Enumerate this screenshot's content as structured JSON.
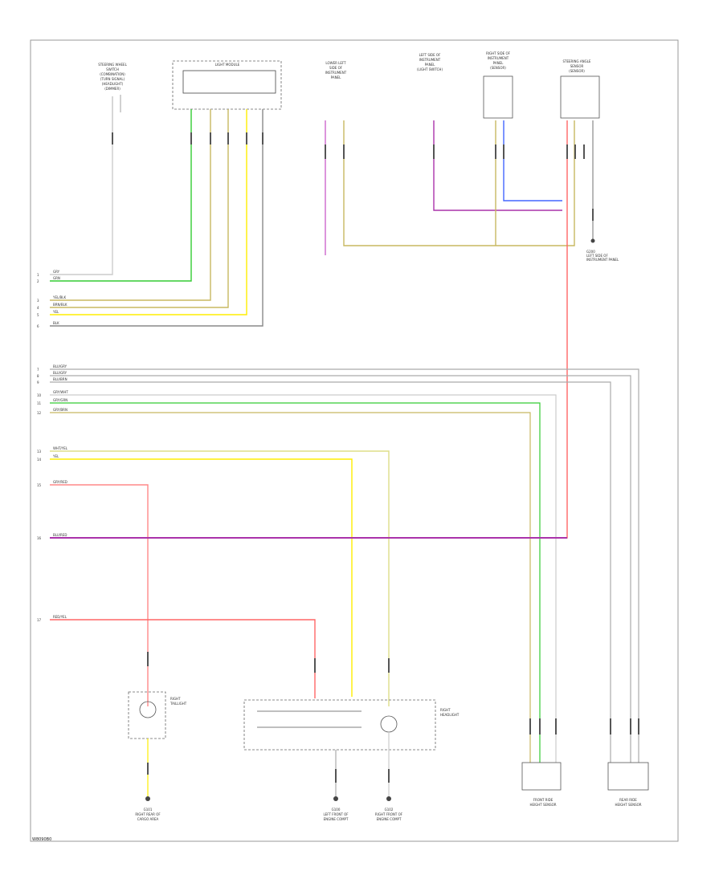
{
  "diagram_ref": "W8090B0",
  "components": {
    "left_upper": [
      "STEERING WHEEL",
      "SWITCH",
      "(COMBINATION)",
      "(TURN SIGNAL)",
      "(HEADLIGHT)",
      "(DIMMER)"
    ],
    "light_module": "LIGHT MODULE",
    "lower_left_sensor": [
      "LOWER LEFT",
      "SIDE OF",
      "INSTRUMENT",
      "PANEL"
    ],
    "left_sensor": [
      "LEFT SIDE OF",
      "INSTRUMENT",
      "PANEL",
      "(LIGHT SWITCH)"
    ],
    "right_sensor": [
      "RIGHT SIDE OF",
      "INSTRUMENT",
      "PANEL",
      "(SENSOR)"
    ],
    "steering_sensor": [
      "STEERING ANGLE",
      "SENSOR",
      "(SENSOR)"
    ],
    "right_taillight": [
      "RIGHT",
      "TAILLIGHT"
    ],
    "right_headlight": [
      "RIGHT",
      "HEADLIGHT"
    ],
    "front_ride_sensor": [
      "FRONT RIDE",
      "HEIGHT SENSOR"
    ],
    "rear_ride_sensor": [
      "REAR RIDE",
      "HEIGHT SENSOR"
    ],
    "ground_left": [
      "G101",
      "RIGHT REAR OF",
      "CARGO AREA"
    ],
    "ground_mid": [
      "G100",
      "LEFT FRONT OF",
      "ENGINE COMPT"
    ],
    "ground_right": [
      "G102",
      "RIGHT FRONT OF",
      "ENGINE COMPT"
    ],
    "ground_top": [
      "G200",
      "LEFT SIDE OF",
      "INSTRUMENT PANEL"
    ]
  },
  "wire_labels": {
    "left_group1": [
      "GRY",
      "GRN",
      "YEL/BLK",
      "BRN/BLK",
      "YEL",
      "BLK"
    ],
    "left_group2": [
      "BLU/GRY",
      "BLU/GRY",
      "BLU/BRN",
      "GRY/WHT",
      "GRY/GRN",
      "GRY/BRN"
    ],
    "left_group3": [
      "WHT/YEL",
      "YEL"
    ],
    "left_group4": [
      "GRY/RED"
    ],
    "left_group5": [
      "BLU/RED"
    ],
    "left_group6": [
      "RED/YEL"
    ],
    "pins": [
      "1",
      "2",
      "3",
      "4",
      "5",
      "6",
      "7",
      "8",
      "9",
      "10",
      "11",
      "12",
      "13",
      "14",
      "15",
      "16",
      "17"
    ]
  },
  "colors": {
    "green": "#33cc33",
    "yellow": "#ffee00",
    "olive": "#b0a040",
    "gray": "#aaaaaa",
    "magenta": "#cc33cc",
    "red": "#ff3333",
    "blue": "#3366ff",
    "orange": "#ff9900"
  }
}
